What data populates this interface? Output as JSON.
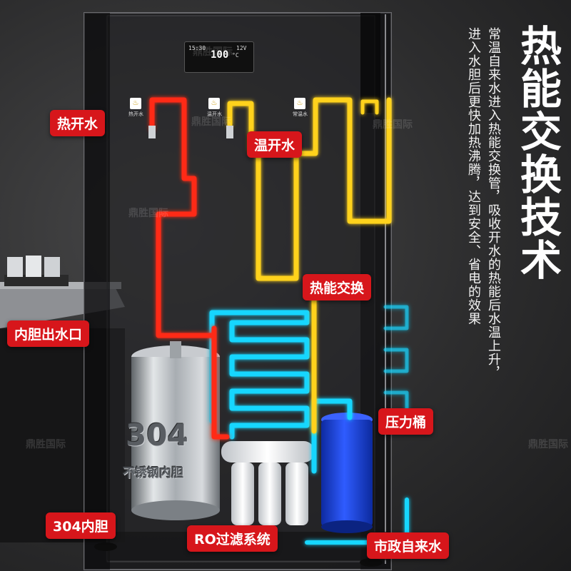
{
  "title": "热能交换技术",
  "description_lines": [
    "常温自来水进入热能交换管，吸收开水的热能后水温上升，",
    "进入水胆后更快加热沸腾，达到安全、省电的效果"
  ],
  "display": {
    "left_top": "15:30",
    "main": "100",
    "right_top": "12V",
    "unit": "°C"
  },
  "taps": [
    {
      "label": "热开水",
      "icon": "hot-water-icon"
    },
    {
      "label": "温开水",
      "icon": "warm-water-icon"
    },
    {
      "label": "常温水",
      "icon": "normal-water-icon"
    }
  ],
  "callouts": {
    "hot_water": "热开水",
    "warm_water": "温开水",
    "heat_exchange": "热能交换",
    "tank_outlet": "内胆出水口",
    "pressure_tank": "压力桶",
    "tank_304": "304内胆",
    "ro_filter": "RO过滤系统",
    "tap_water": "市政自来水"
  },
  "tank_text": {
    "number": "304",
    "caption": "不锈钢内胆"
  },
  "watermark": "鼎胜国际",
  "colors": {
    "callout_red": "#d7161b",
    "hot_pipe": "#ff2a12",
    "warm_pipe": "#ffd21a",
    "cold_pipe": "#18d6ff",
    "pressure_tank": "#1b3fd6",
    "background": "#2b2b2c"
  }
}
